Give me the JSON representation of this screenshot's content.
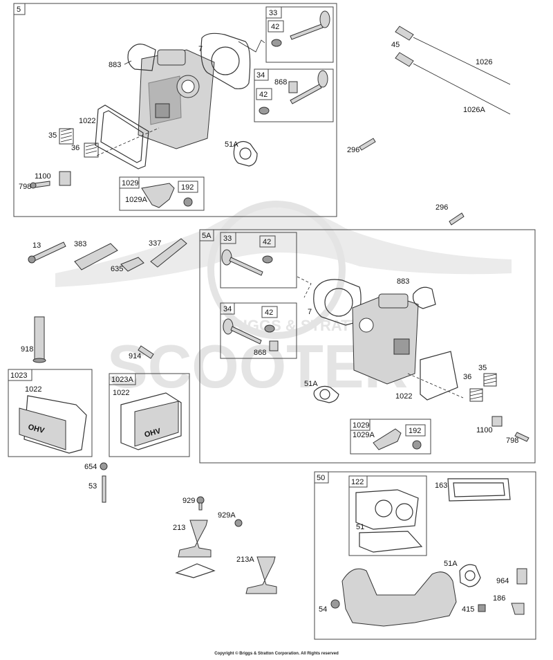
{
  "watermark": {
    "brand": "SCOOTER",
    "subtext": "BRIGGS & STRATTON"
  },
  "footer": {
    "copyright": "Copyright © Briggs & Stratton Corporation. All Rights reserved"
  },
  "groups": {
    "g5": "5",
    "g5a": "5A",
    "g50": "50",
    "g33a": "33",
    "g42a": "42",
    "g34a": "34",
    "g42b": "42",
    "g1029a": "1029",
    "g192a": "192",
    "g33b": "33",
    "g42c": "42",
    "g34b": "34",
    "g42d": "42",
    "g1029b": "1029",
    "g192b": "192",
    "g1023": "1023",
    "g1023a": "1023A",
    "g122": "122"
  },
  "labels": {
    "l883a": "883",
    "l7a": "7",
    "l868a": "868",
    "l1022a": "1022",
    "l35a": "35",
    "l36a": "36",
    "l51aa": "51A",
    "l1100a": "1100",
    "l798a": "798",
    "l1029aa": "1029A",
    "l45": "45",
    "l1026": "1026",
    "l1026a": "1026A",
    "l296a": "296",
    "l296b": "296",
    "l13": "13",
    "l383": "383",
    "l337": "337",
    "l635": "635",
    "l918": "918",
    "l914": "914",
    "l1022b": "1022",
    "l1022c": "1022",
    "l654": "654",
    "l53": "53",
    "l883b": "883",
    "l7b": "7",
    "l868b": "868",
    "l51ab": "51A",
    "l1022d": "1022",
    "l35b": "35",
    "l36b": "36",
    "l1029ab": "1029A",
    "l1100b": "1100",
    "l798b": "798",
    "l929": "929",
    "l929a": "929A",
    "l213": "213",
    "l213a": "213A",
    "l163": "163",
    "l51": "51",
    "l51ac": "51A",
    "l964": "964",
    "l186": "186",
    "l54": "54",
    "l415": "415"
  },
  "cover_text": "OHV"
}
